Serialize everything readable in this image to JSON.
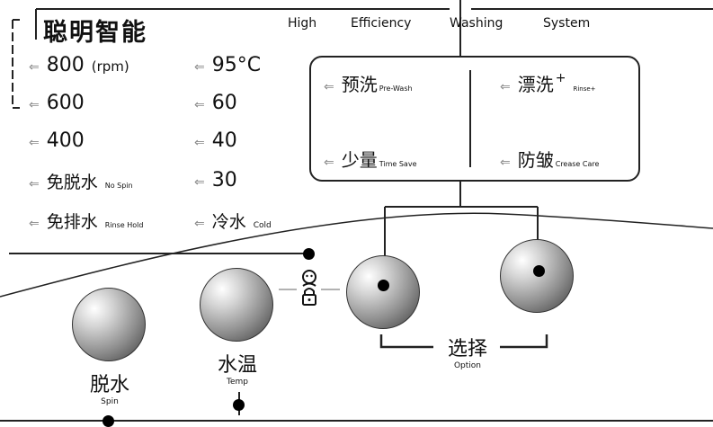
{
  "brand": "聪明智能",
  "tagline": [
    "High",
    "Efficiency",
    "Washing",
    "System"
  ],
  "spin_options": [
    {
      "main": "800",
      "unit": "(rpm)",
      "sub": ""
    },
    {
      "main": "600",
      "unit": "",
      "sub": ""
    },
    {
      "main": "400",
      "unit": "",
      "sub": ""
    },
    {
      "main": "免脱水",
      "unit": "",
      "sub": "No Spin"
    },
    {
      "main": "免排水",
      "unit": "",
      "sub": "Rinse Hold"
    }
  ],
  "temp_options": [
    {
      "main": "95",
      "unit": "°C",
      "sub": ""
    },
    {
      "main": "60",
      "unit": "",
      "sub": ""
    },
    {
      "main": "40",
      "unit": "",
      "sub": ""
    },
    {
      "main": "30",
      "unit": "",
      "sub": ""
    },
    {
      "main": "冷水",
      "unit": "",
      "sub": "Cold"
    }
  ],
  "option_box": {
    "prewash": {
      "main": "预洗",
      "sub": "Pre-Wash"
    },
    "rinse_plus": {
      "main": "漂洗",
      "sup": "+",
      "sub": "Rinse+"
    },
    "small_load": {
      "main": "少量",
      "sub": "Time Save"
    },
    "crease_care": {
      "main": "防皱",
      "sub": "Crease Care"
    }
  },
  "knobs": {
    "spin": {
      "label": "脱水",
      "sub": "Spin"
    },
    "temp": {
      "label": "水温",
      "sub": "Temp"
    },
    "option": {
      "label": "选择",
      "sub": "Option"
    }
  },
  "icons": [
    "arrow-indicator-icon",
    "child-lock-icon"
  ]
}
